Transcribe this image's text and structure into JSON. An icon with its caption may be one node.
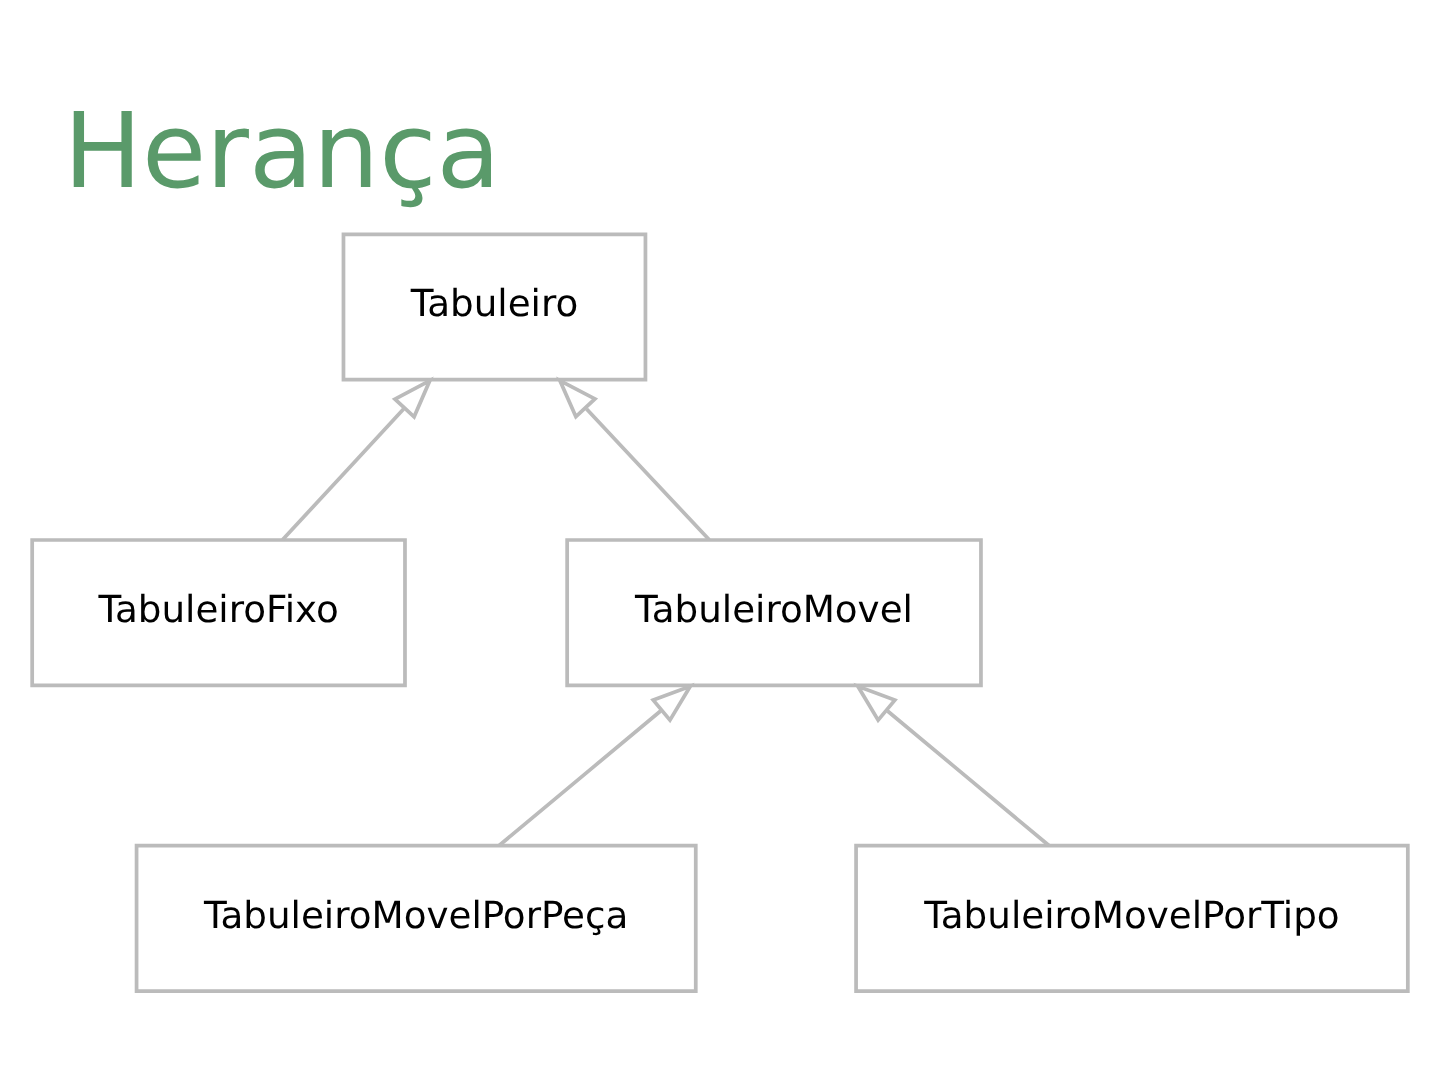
{
  "diagram": {
    "title": "Herança",
    "nodes": [
      {
        "text": [
          "Tabuleiro"
        ]
      },
      {
        "text": [
          "TabuleiroFixo"
        ]
      },
      {
        "text": [
          "TabuleiroMovel"
        ]
      },
      {
        "text": [
          "TabuleiroMovelPorPeça"
        ]
      },
      {
        "text": [
          "TabuleiroMovelPorTipo"
        ]
      }
    ],
    "edges": [
      {
        "from": 1,
        "to": 0,
        "arrow": "to"
      },
      {
        "from": 2,
        "to": 0,
        "arrow": "to"
      },
      {
        "from": 3,
        "to": 2,
        "arrow": "to"
      },
      {
        "from": 4,
        "to": 2,
        "arrow": "to"
      }
    ]
  }
}
